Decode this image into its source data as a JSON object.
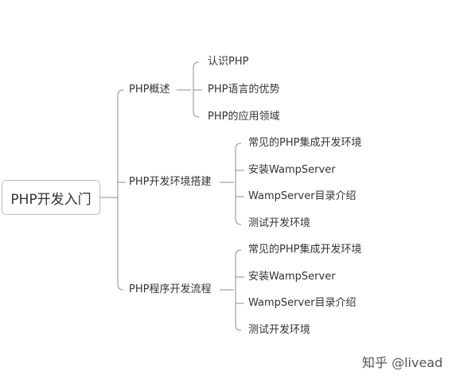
{
  "root": {
    "label": "PHP开发入门"
  },
  "branches": [
    {
      "label": "PHP概述",
      "children": [
        "认识PHP",
        "PHP语言的优势",
        "PHP的应用领域"
      ]
    },
    {
      "label": "PHP开发环境搭建",
      "children": [
        "常见的PHP集成开发环境",
        "安装WampServer",
        "WampServer目录介绍",
        "测试开发环境"
      ]
    },
    {
      "label": "PHP程序开发流程",
      "children": [
        "常见的PHP集成开发环境",
        "安装WampServer",
        "WampServer目录介绍",
        "测试开发环境"
      ]
    }
  ],
  "watermark": "知乎 @livead",
  "colors": {
    "line": "#8c8c8c",
    "text": "#333333",
    "border": "#bdbdbd"
  }
}
